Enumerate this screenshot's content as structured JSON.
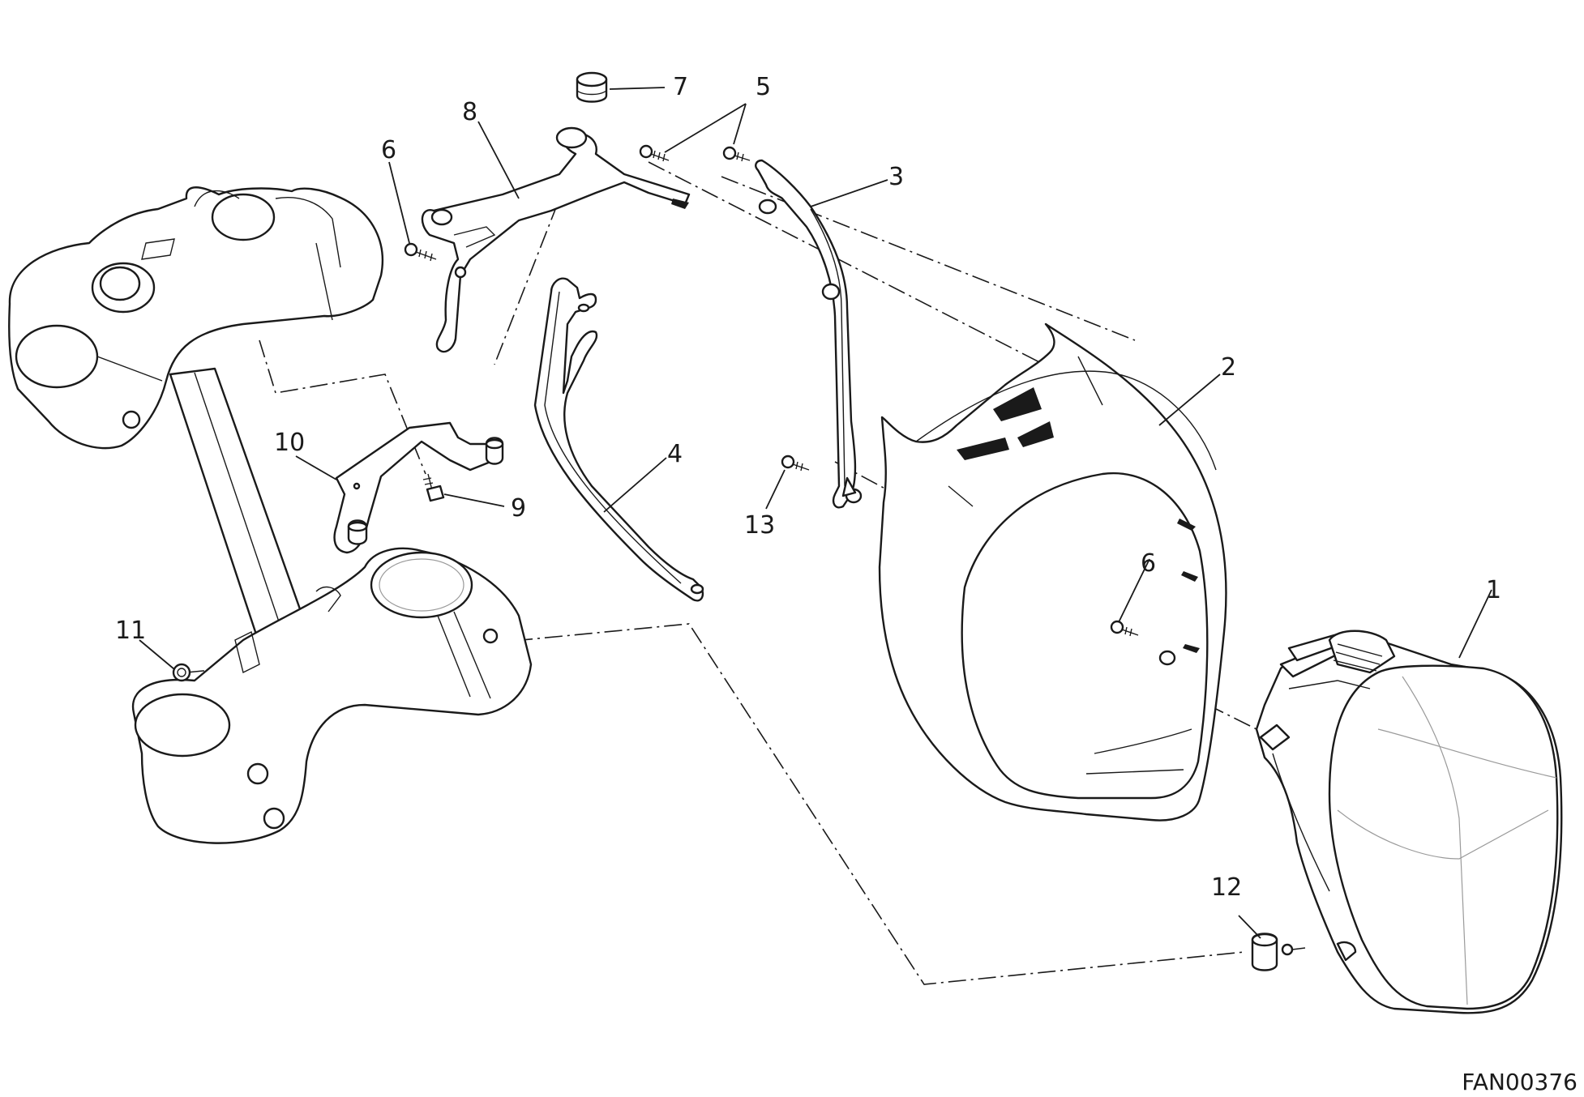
{
  "diagram": {
    "drawing_code": "FAN00376",
    "callouts": [
      {
        "id": "c1",
        "label": "1"
      },
      {
        "id": "c2",
        "label": "2"
      },
      {
        "id": "c3",
        "label": "3"
      },
      {
        "id": "c4",
        "label": "4"
      },
      {
        "id": "c5",
        "label": "5"
      },
      {
        "id": "c6a",
        "label": "6"
      },
      {
        "id": "c6b",
        "label": "6"
      },
      {
        "id": "c7",
        "label": "7"
      },
      {
        "id": "c8",
        "label": "8"
      },
      {
        "id": "c9",
        "label": "9"
      },
      {
        "id": "c10",
        "label": "10"
      },
      {
        "id": "c11",
        "label": "11"
      },
      {
        "id": "c12",
        "label": "12"
      },
      {
        "id": "c13",
        "label": "13"
      }
    ]
  }
}
